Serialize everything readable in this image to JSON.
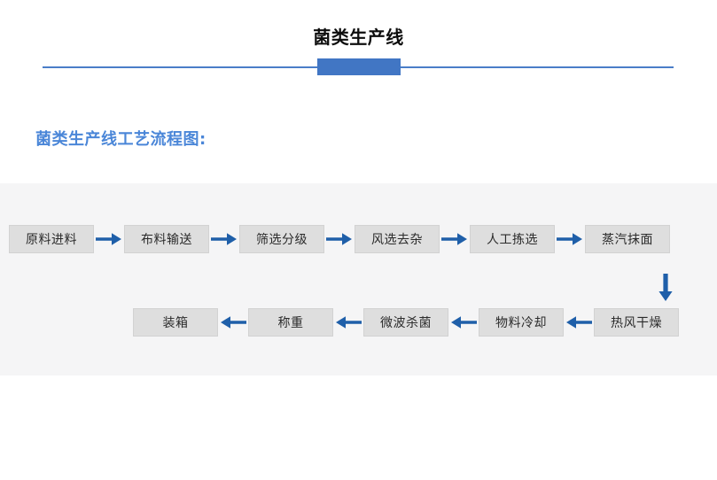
{
  "header": {
    "title": "菌类生产线",
    "accent_color": "#4176c4",
    "rule_color": "#4a7ec8"
  },
  "section": {
    "heading": "菌类生产线工艺流程图:",
    "heading_color": "#4a86d8"
  },
  "flow": {
    "panel_background": "#f5f5f6",
    "node_background": "#dedede",
    "node_border": "#d2d2d2",
    "arrow_color": "#1f5fa9",
    "row1": {
      "nodes": [
        "原料进料",
        "布料输送",
        "筛选分级",
        "风选去杂",
        "人工拣选",
        "蒸汽抹面"
      ],
      "arrow_direction": "right",
      "arrow_glyph": "→"
    },
    "connector": {
      "direction": "down",
      "glyph": "↓"
    },
    "row2": {
      "nodes": [
        "装箱",
        "称重",
        "微波杀菌",
        "物料冷却",
        "热风干燥"
      ],
      "arrow_direction": "left",
      "arrow_glyph": "←"
    }
  }
}
